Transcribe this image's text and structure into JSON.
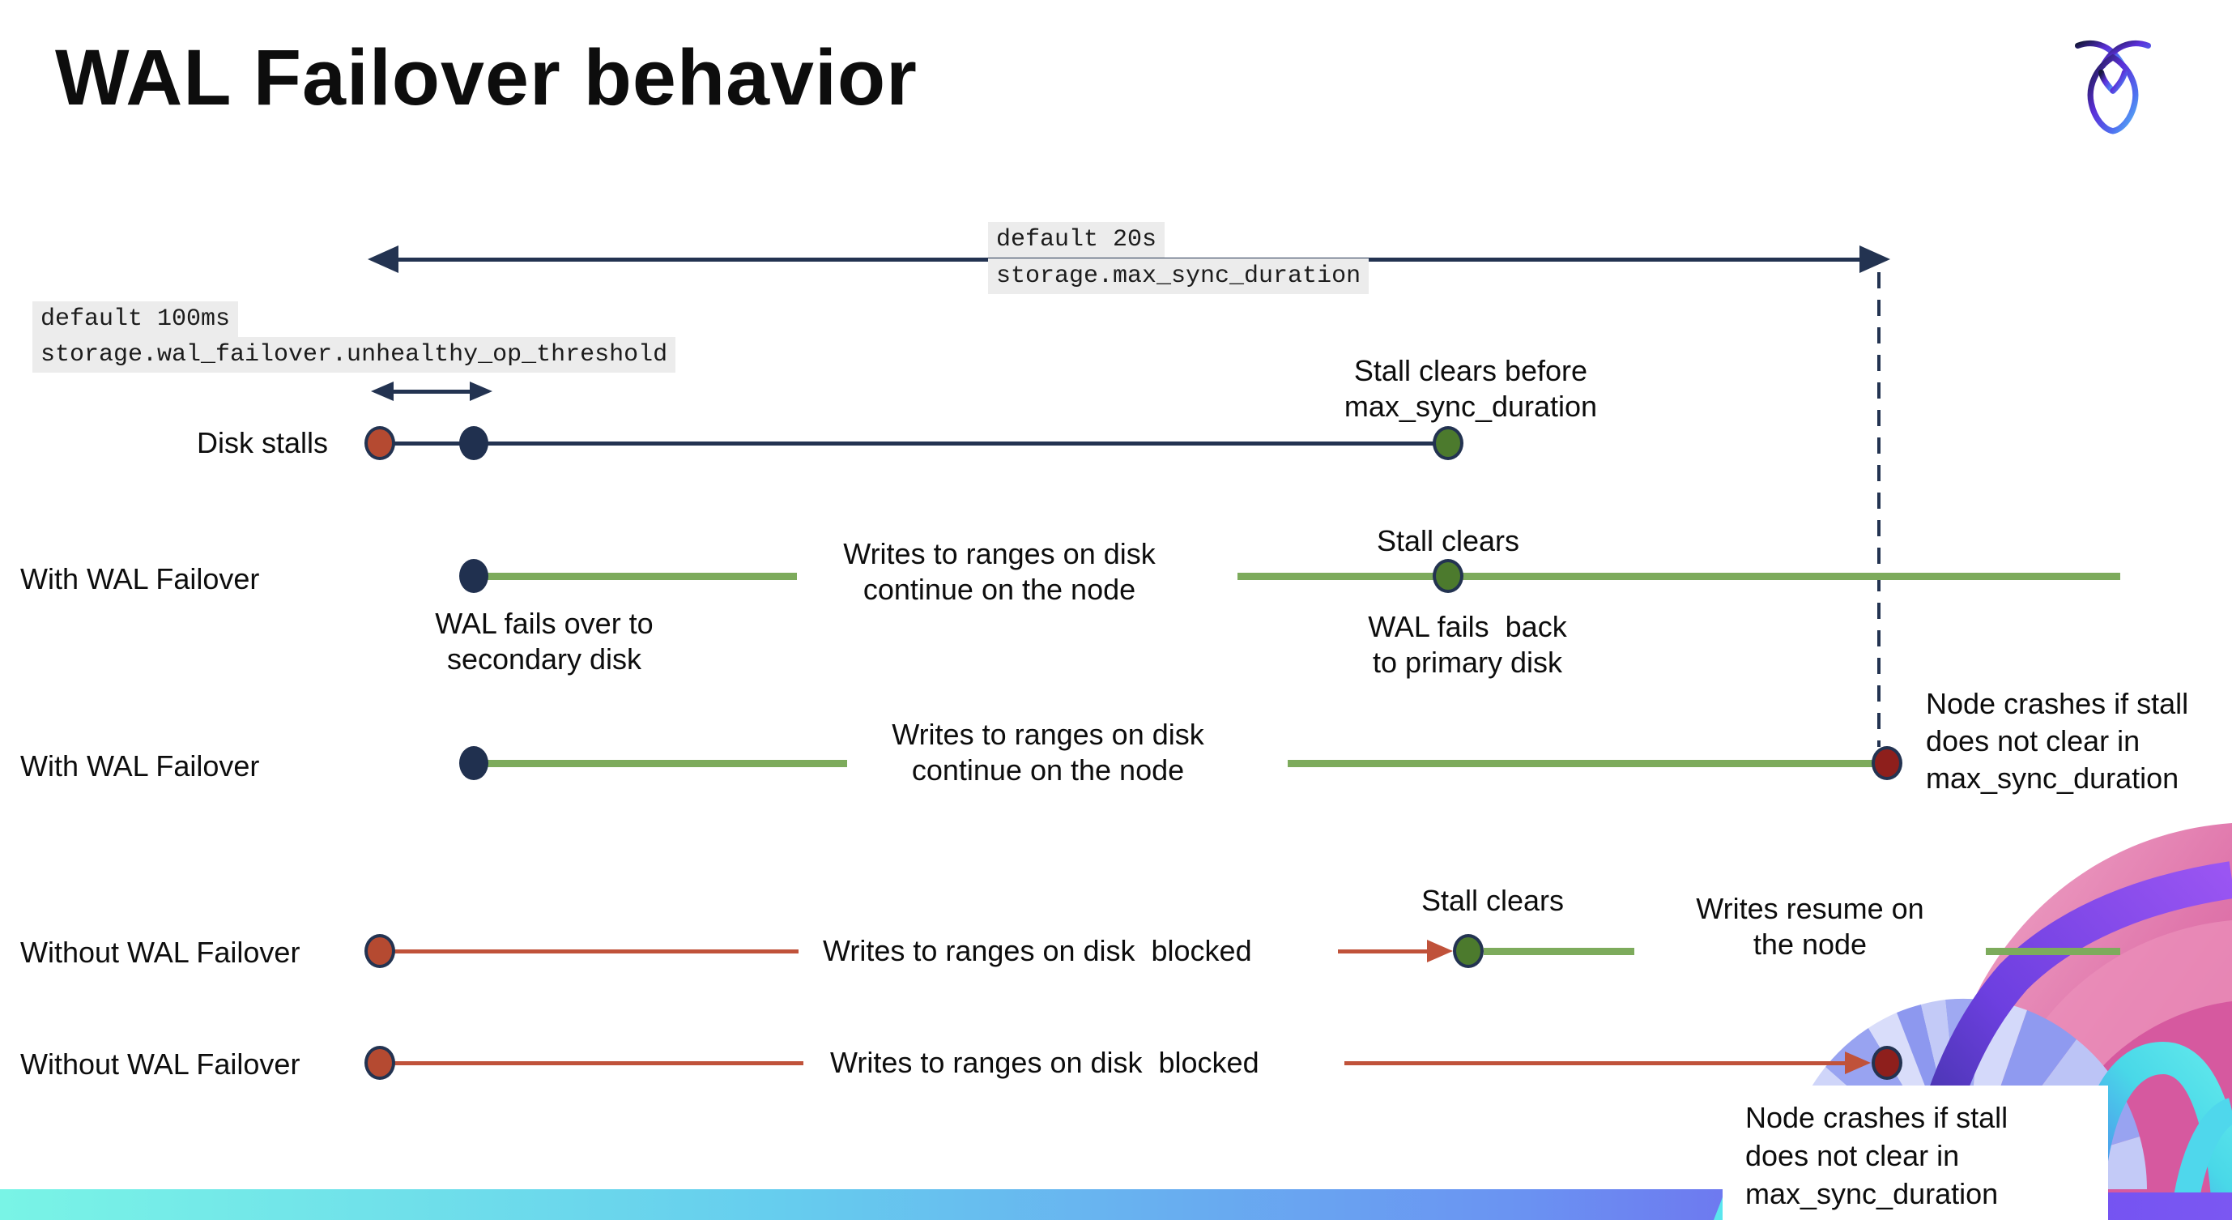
{
  "title": "WAL Failover behavior",
  "logo": "cockroach-labs-logo",
  "config_labels": {
    "max_sync": {
      "default_value": "default 20s",
      "setting": "storage.max_sync_duration"
    },
    "unhealthy_op": {
      "default_value": "default 100ms",
      "setting": "storage.wal_failover.unhealthy_op_threshold"
    }
  },
  "rows": [
    {
      "label": "Disk stalls"
    },
    {
      "label": "With WAL Failover"
    },
    {
      "label": "With WAL Failover"
    },
    {
      "label": "Without WAL Failover"
    },
    {
      "label": "Without WAL Failover"
    }
  ],
  "annotations": {
    "stall_clears_before": [
      "Stall clears before",
      "max_sync_duration"
    ],
    "writes_continue": [
      "Writes to ranges on disk",
      "continue on the node"
    ],
    "stall_clears": "Stall clears",
    "wal_fails_over": [
      "WAL fails over to",
      "secondary disk"
    ],
    "wal_fails_back": [
      "WAL fails  back",
      "to primary disk"
    ],
    "node_crashes": [
      "Node crashes if stall",
      "does not clear in",
      "max_sync_duration"
    ],
    "writes_blocked": "Writes to ranges on disk  blocked",
    "writes_resume": [
      "Writes resume on",
      "the node"
    ]
  },
  "colors": {
    "navy": "#233351",
    "green_line": "#7dab5c",
    "green_dot": "#4c7a2d",
    "red_line": "#c0523a",
    "red_dot": "#b54a31",
    "crash_dot": "#8e1f1c",
    "code_background": "#ececec",
    "accent_bar": [
      "#79f4e6",
      "#66cdee",
      "#6a93f2",
      "#8055ef"
    ]
  }
}
